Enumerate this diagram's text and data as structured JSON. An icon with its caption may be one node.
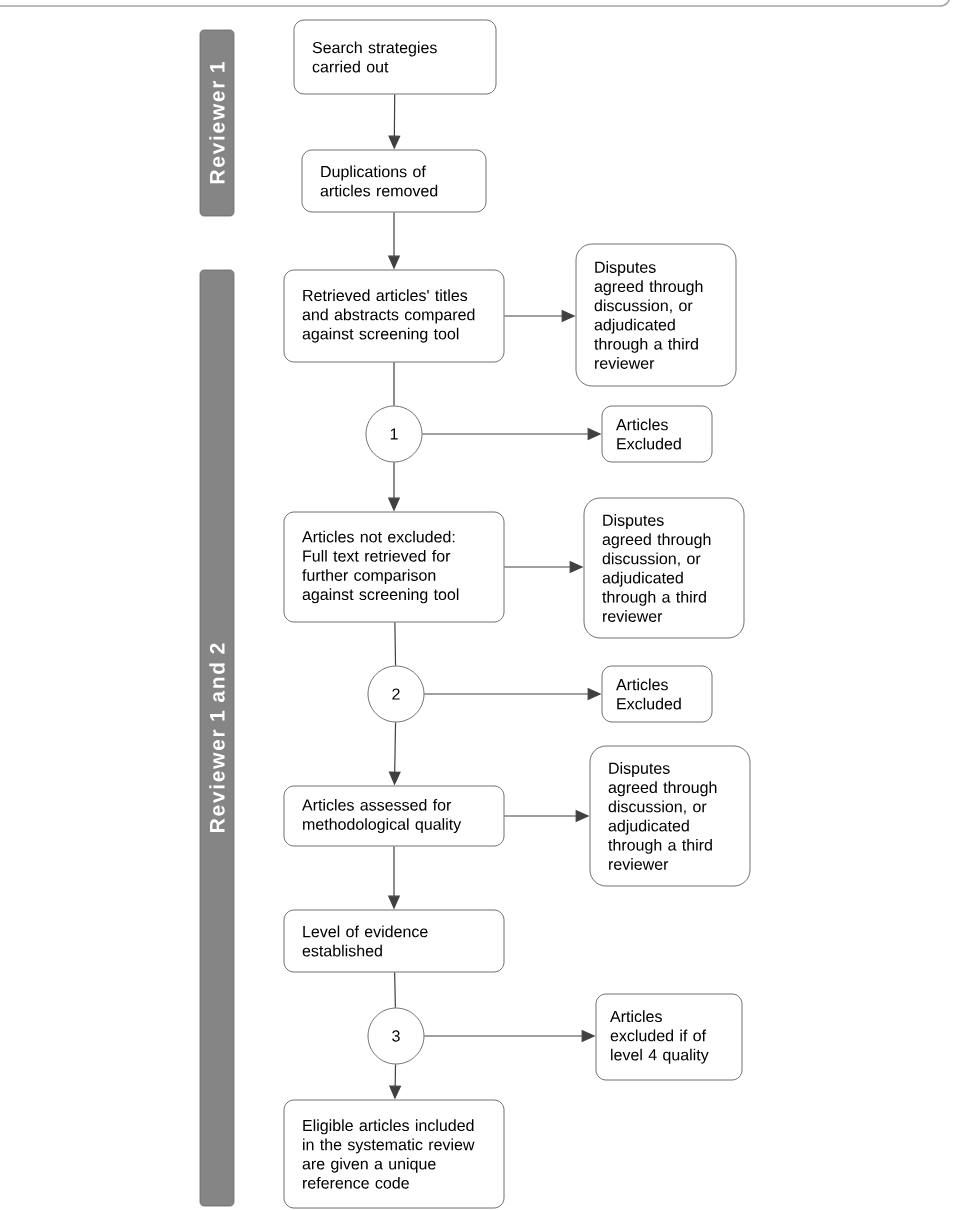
{
  "diagram": {
    "nodes": [
      {
        "text": [
          "Reviewer 1"
        ]
      },
      {
        "text": [
          "Search strategies carried out"
        ]
      },
      {
        "text": [
          "Duplications of articles removed"
        ]
      },
      {
        "text": [
          "Reviewer 1 and 2"
        ]
      },
      {
        "text": [
          "Retrieved articles' titles and abstracts compared against screening tool"
        ]
      },
      {
        "text": [
          "Disputes agreed through discussion, or adjudicated through a third reviewer"
        ]
      },
      {
        "text": [
          "1"
        ]
      },
      {
        "text": [
          "Articles Excluded"
        ]
      },
      {
        "text": [
          "Articles not excluded: Full text retrieved for further comparison against screening tool"
        ]
      },
      {
        "text": [
          "Disputes agreed through discussion, or adjudicated through a third reviewer"
        ]
      },
      {
        "text": [
          "2"
        ]
      },
      {
        "text": [
          "Articles Excluded"
        ]
      },
      {
        "text": [
          "Articles assessed for methodological quality"
        ]
      },
      {
        "text": [
          "Disputes agreed through discussion, or adjudicated through a third reviewer"
        ]
      },
      {
        "text": [
          "Level of evidence established"
        ]
      },
      {
        "text": [
          "3"
        ]
      },
      {
        "text": [
          "Articles excluded if of level 4 quality"
        ]
      },
      {
        "text": [
          "Eligible articles included in the systematic review are given a unique reference code"
        ]
      }
    ],
    "edges": [
      {
        "from": 1,
        "to": 2,
        "arrow": "to"
      },
      {
        "from": 2,
        "to": 4,
        "arrow": "to"
      },
      {
        "from": 4,
        "to": 5,
        "arrow": "to"
      },
      {
        "from": 4,
        "to": 6,
        "arrow": "none"
      },
      {
        "from": 6,
        "to": 7,
        "arrow": "to"
      },
      {
        "from": 6,
        "to": 8,
        "arrow": "to"
      },
      {
        "from": 8,
        "to": 9,
        "arrow": "to"
      },
      {
        "from": 8,
        "to": 10,
        "arrow": "none"
      },
      {
        "from": 10,
        "to": 11,
        "arrow": "to"
      },
      {
        "from": 10,
        "to": 12,
        "arrow": "to"
      },
      {
        "from": 12,
        "to": 13,
        "arrow": "to"
      },
      {
        "from": 12,
        "to": 14,
        "arrow": "to"
      },
      {
        "from": 14,
        "to": 15,
        "arrow": "none"
      },
      {
        "from": 15,
        "to": 16,
        "arrow": "to"
      },
      {
        "from": 15,
        "to": 17,
        "arrow": "to"
      }
    ]
  }
}
